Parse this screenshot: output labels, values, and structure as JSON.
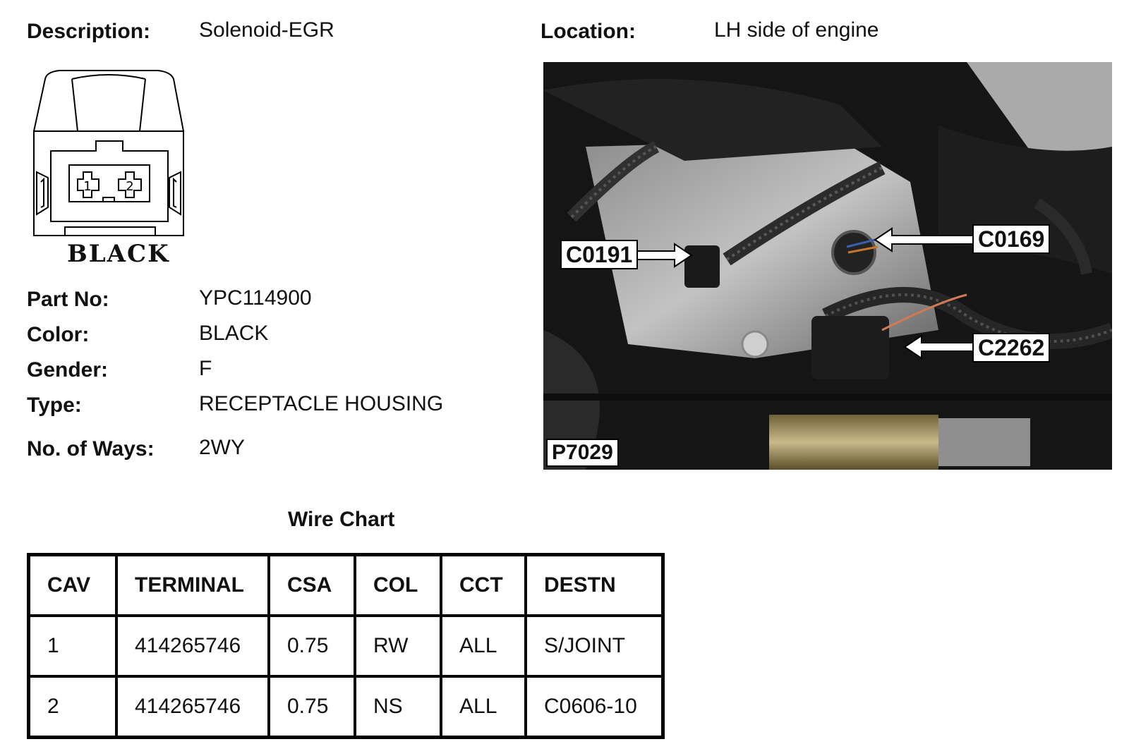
{
  "header": {
    "description_label": "Description:",
    "description_value": "Solenoid-EGR",
    "location_label": "Location:",
    "location_value": "LH side of engine"
  },
  "connector": {
    "pin_labels": [
      "1",
      "2"
    ],
    "caption": "BLACK"
  },
  "specs": {
    "part_no_label": "Part No:",
    "part_no_value": "YPC114900",
    "color_label": "Color:",
    "color_value": "BLACK",
    "gender_label": "Gender:",
    "gender_value": "F",
    "type_label": "Type:",
    "type_value": "RECEPTACLE HOUSING",
    "ways_label": "No. of Ways:",
    "ways_value": "2WY"
  },
  "photo": {
    "callouts": [
      "C0191",
      "C0169",
      "C2262"
    ],
    "figure_id": "P7029"
  },
  "wire_chart": {
    "title": "Wire Chart",
    "columns": [
      "CAV",
      "TERMINAL",
      "CSA",
      "COL",
      "CCT",
      "DESTN"
    ],
    "rows": [
      [
        "1",
        "414265746",
        "0.75",
        "RW",
        "ALL",
        "S/JOINT"
      ],
      [
        "2",
        "414265746",
        "0.75",
        "NS",
        "ALL",
        "C0606-10"
      ]
    ]
  }
}
